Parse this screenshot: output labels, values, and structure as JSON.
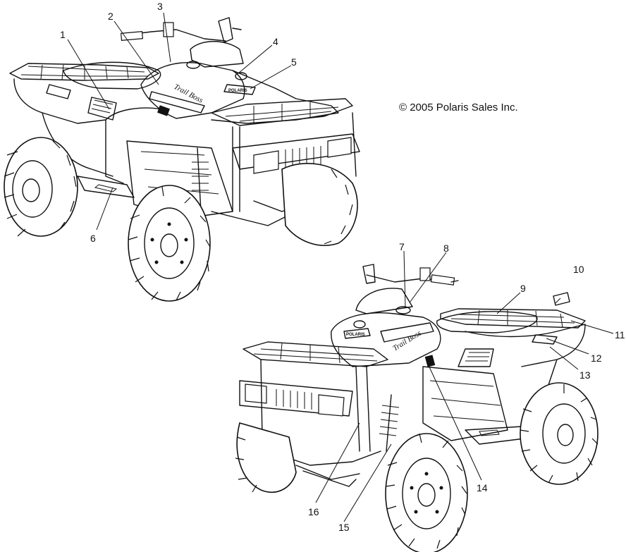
{
  "copyright": "© 2005 Polaris Sales Inc.",
  "decal_text": "Trail Boss",
  "logo_text": "POLARIS",
  "callouts": [
    "1",
    "2",
    "3",
    "4",
    "5",
    "6",
    "7",
    "8",
    "9",
    "10",
    "11",
    "12",
    "13",
    "14",
    "15",
    "16"
  ]
}
